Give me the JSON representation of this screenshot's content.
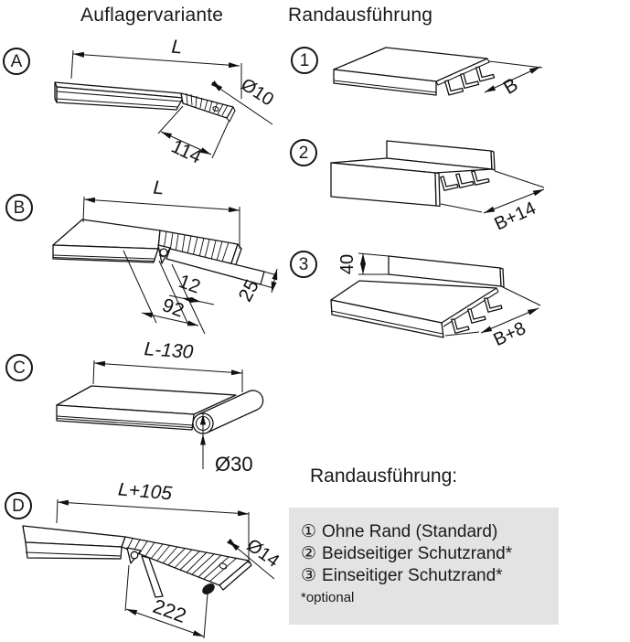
{
  "titles": {
    "left": "Auflagervariante",
    "right": "Randausführung"
  },
  "variants": [
    {
      "label": "A",
      "dim_length": "L",
      "dim_diameter": "Ø10",
      "dim_flap": "114"
    },
    {
      "label": "B",
      "dim_length": "L",
      "dim_a": "12",
      "dim_b": "92",
      "dim_c": "25"
    },
    {
      "label": "C",
      "dim_length": "L-130",
      "dim_diameter": "Ø30"
    },
    {
      "label": "D",
      "dim_length": "L+105",
      "dim_diameter": "Ø14",
      "dim_flap": "222"
    }
  ],
  "edges": [
    {
      "label": "1",
      "dim_width": "B"
    },
    {
      "label": "2",
      "dim_width": "B+14"
    },
    {
      "label": "3",
      "dim_width": "B+8",
      "dim_height": "40"
    }
  ],
  "legend": {
    "heading": "Randausführung:",
    "items": [
      {
        "num": "①",
        "text": "Ohne Rand (Standard)"
      },
      {
        "num": "②",
        "text": "Beidseitiger Schutzrand*"
      },
      {
        "num": "③",
        "text": "Einseitiger Schutzrand*"
      }
    ],
    "footnote": "*optional",
    "box_color": "#e3e3e3"
  }
}
